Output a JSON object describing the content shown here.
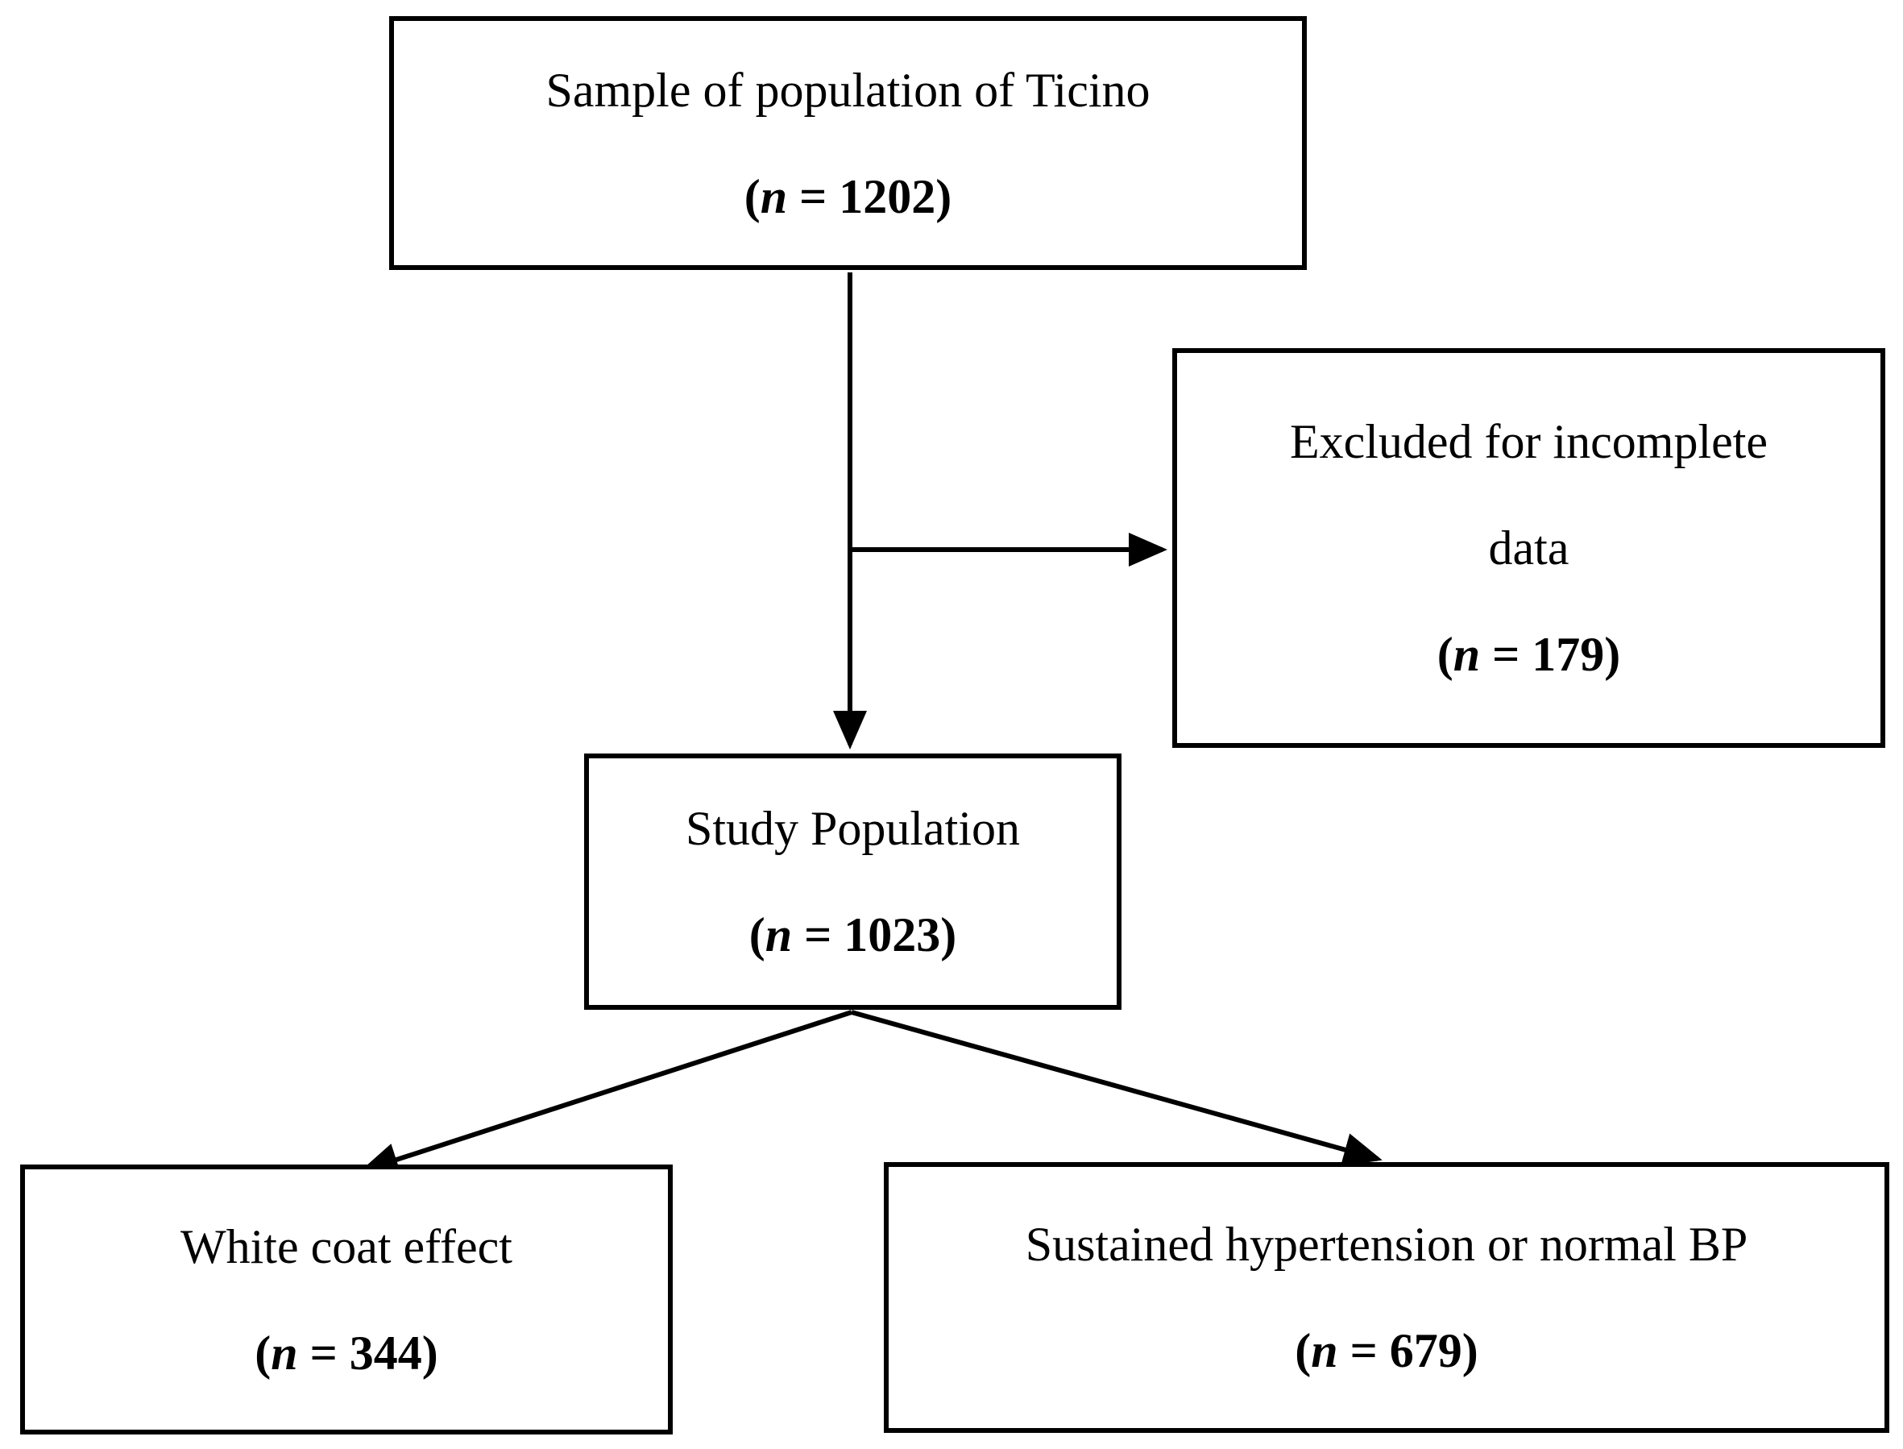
{
  "figure": {
    "type": "flowchart",
    "colors": {
      "background": "#ffffff",
      "box_border": "#000000",
      "line": "#000000",
      "text": "#000000"
    }
  },
  "nodes": {
    "sample": {
      "title": "Sample of population of Ticino",
      "count": {
        "open": "(",
        "n": "n",
        "eq": " = ",
        "value": "1202",
        "close": ")"
      }
    },
    "excluded": {
      "title_line1": "Excluded for incomplete",
      "title_line2": "data",
      "count": {
        "open": "(",
        "n": "n",
        "eq": " = ",
        "value": "179",
        "close": ")"
      }
    },
    "study": {
      "title": "Study Population",
      "count": {
        "open": "(",
        "n": "n",
        "eq": " = ",
        "value": "1023",
        "close": ")"
      }
    },
    "white_coat": {
      "title": "White coat effect",
      "count": {
        "open": "(",
        "n": "n",
        "eq": " = ",
        "value": "344",
        "close": ")"
      }
    },
    "sustained": {
      "title": "Sustained hypertension or normal BP",
      "count": {
        "open": "(",
        "n": "n",
        "eq": " = ",
        "value": "679",
        "close": ")"
      }
    }
  }
}
